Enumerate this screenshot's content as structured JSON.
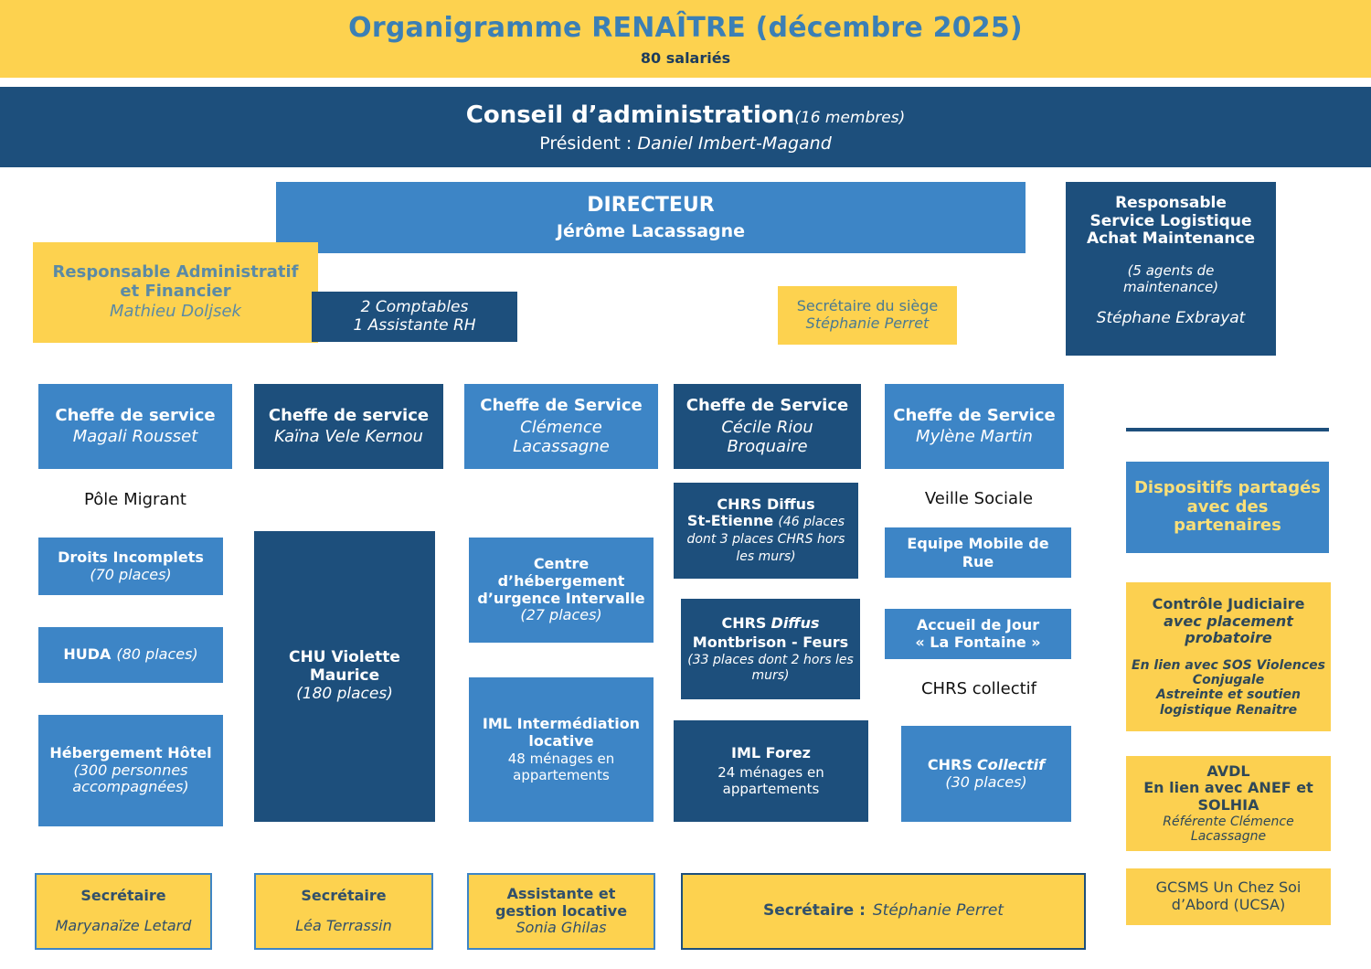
{
  "banner": {
    "title": "Organigramme RENAÎTRE (décembre 2025)",
    "subtitle": "80 salariés"
  },
  "board": {
    "title": "Conseil d’administration",
    "members": "(16 membres)",
    "president_label": "Président : ",
    "president_name": "Daniel Imbert-Magand"
  },
  "director": {
    "role": "DIRECTEUR",
    "name": "Jérôme Lacassagne"
  },
  "admin_finance": {
    "line1": "Responsable Administratif",
    "line2": "et Financier",
    "name": "Mathieu Doljsek"
  },
  "accounting": {
    "line1": "2 Comptables",
    "line2": "1 Assistante RH"
  },
  "hq_secretary": {
    "role": "Secrétaire du siège",
    "name": "Stéphanie Perret"
  },
  "logistics": {
    "line1": "Responsable",
    "line2": "Service Logistique",
    "line3": "Achat Maintenance",
    "note1": "(5 agents de",
    "note2": "maintenance)",
    "name": "Stéphane Exbrayat"
  },
  "columns": [
    {
      "head_role": "Cheffe de service",
      "head_name": "Magali Rousset",
      "head_style": "blue",
      "group_label": "Pôle Migrant",
      "items": [
        {
          "title": "Droits Incomplets",
          "detail": "(70 places)"
        },
        {
          "title": "HUDA",
          "inline_detail": "(80 places)"
        },
        {
          "title": "Hébergement Hôtel",
          "detail": "(300 personnes",
          "detail2": "accompagnées)"
        }
      ],
      "footer": {
        "role": "Secrétaire",
        "name": "Maryanaïze Letard"
      }
    },
    {
      "head_role": "Cheffe de service",
      "head_name": "Kaïna Vele Kernou",
      "head_style": "navy",
      "group_label": "",
      "items": [
        {
          "title": "CHU Violette",
          "title2": "Maurice",
          "detail": "(180 places)"
        }
      ],
      "footer": {
        "role": "Secrétaire",
        "name": "Léa Terrassin"
      }
    },
    {
      "head_role": "Cheffe de Service",
      "head_name": "Clémence Lacassagne",
      "head_style": "blue",
      "group_label": "",
      "items": [
        {
          "title": "Centre d’hébergement d’urgence Intervalle",
          "detail": "(27 places)"
        },
        {
          "title": "IML Intermédiation locative",
          "plain_detail": "48 ménages en appartements"
        }
      ],
      "footer": {
        "role": "Assistante et gestion locative",
        "name": "Sonia Ghilas"
      }
    },
    {
      "head_role": "Cheffe de Service",
      "head_name": "Cécile Riou Broquaire",
      "head_style": "navy",
      "group_label": "",
      "items": [
        {
          "title": "CHRS Diffus",
          "title2": "St-Etienne",
          "detail": "(46 places dont 3 places CHRS hors les murs)"
        },
        {
          "title": "CHRS",
          "title_ital": "Diffus",
          "title2": "Montbrison - Feurs",
          "detail": "(33 places dont 2 hors les murs)"
        },
        {
          "title": "IML Forez",
          "plain_detail": "24 ménages en appartements"
        }
      ],
      "footer": null
    },
    {
      "head_role": "Cheffe de Service",
      "head_name": "Mylène Martin",
      "head_style": "blue",
      "group_label": "Veille Sociale",
      "group_label2": "CHRS collectif",
      "items": [
        {
          "title": "Equipe Mobile de Rue"
        },
        {
          "title": "Accueil de Jour",
          "title2": "« La Fontaine »"
        },
        {
          "title": "CHRS",
          "title_ital": "Collectif",
          "detail": "(30 places)"
        }
      ],
      "footer": null
    }
  ],
  "shared_secretary": {
    "label": "Secrétaire : ",
    "name": "Stéphanie Perret"
  },
  "partners": {
    "header_l1": "Dispositifs partagés",
    "header_l2": "avec des",
    "header_l3": "partenaires",
    "items": [
      {
        "title": "Contrôle Judiciaire",
        "subtitle_l1": "avec placement",
        "subtitle_l2": "probatoire",
        "note_l1": "En lien avec SOS Violences",
        "note_l2": "Conjugale",
        "note_l3": "Astreinte et soutien",
        "note_l4": "logistique Renaitre"
      },
      {
        "title": "AVDL",
        "subtitle_l1": "En lien avec ANEF et",
        "subtitle_l2": "SOLHIA",
        "note_l1": "Référente Clémence",
        "note_l2": "Lacassagne"
      },
      {
        "title_l1": "GCSMS Un Chez Soi",
        "title_l2": "d’Abord (UCSA)"
      }
    ]
  },
  "colors": {
    "yellow": "#fdd24f",
    "blue": "#3d85c6",
    "navy": "#1d4f7c",
    "title_blue": "#3b7fb5"
  }
}
